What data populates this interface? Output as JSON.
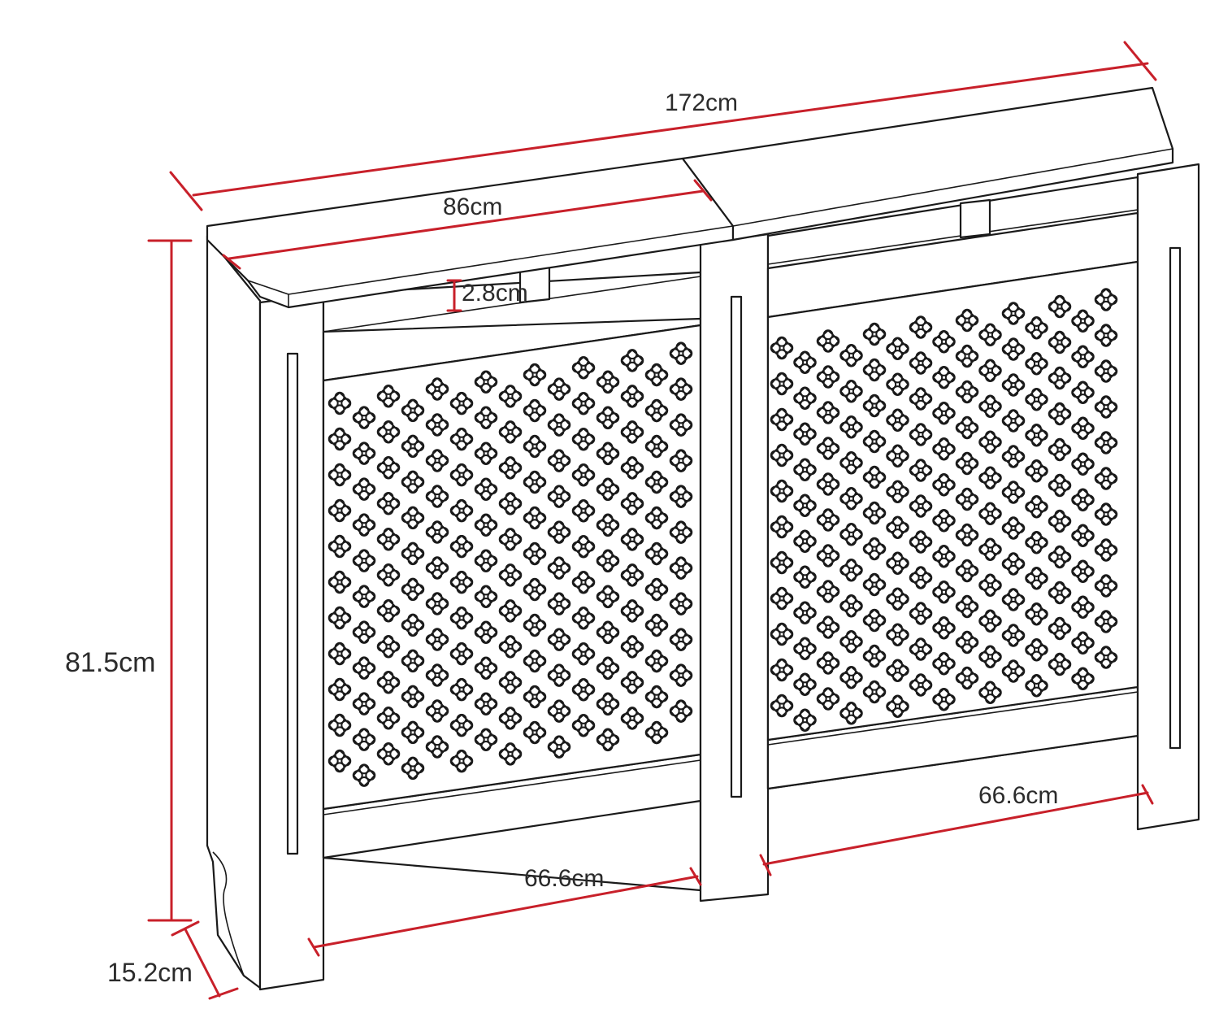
{
  "dimensions": {
    "total_width": "172cm",
    "single_unit_width": "86cm",
    "top_lip_height": "2.8cm",
    "height": "81.5cm",
    "depth": "15.2cm",
    "left_panel_inner_width": "66.6cm",
    "right_panel_inner_width": "66.6cm"
  },
  "colors": {
    "dimension_line": "#c8202a",
    "outline": "#1a1a1a",
    "background": "#ffffff"
  }
}
